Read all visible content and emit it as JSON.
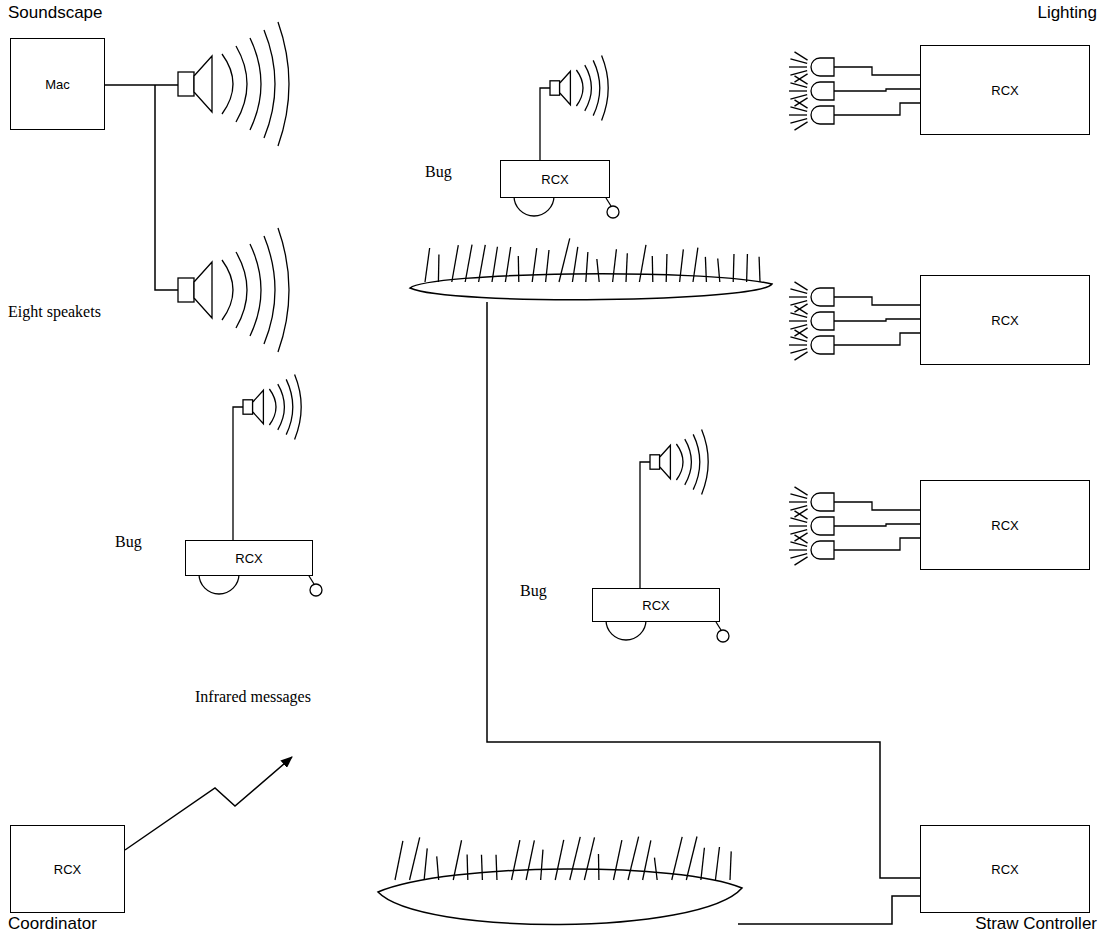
{
  "diagram": {
    "nodes": [
      {
        "text": [
          "Mac"
        ]
      },
      {
        "text": [
          "RCX"
        ]
      },
      {
        "text": [
          "RCX"
        ]
      },
      {
        "text": [
          "RCX"
        ]
      },
      {
        "text": [
          "RCX"
        ]
      },
      {
        "text": [
          "RCX"
        ]
      },
      {
        "text": [
          "RCX"
        ]
      },
      {
        "text": [
          "RCX"
        ]
      },
      {
        "text": [
          "RCX"
        ]
      }
    ],
    "labels": [
      "Soundscape",
      "Lighting",
      "Bug",
      "Eight speakets",
      "Bug",
      "Bug",
      "Infrared messages",
      "Coordinator",
      "Straw Controller"
    ]
  }
}
